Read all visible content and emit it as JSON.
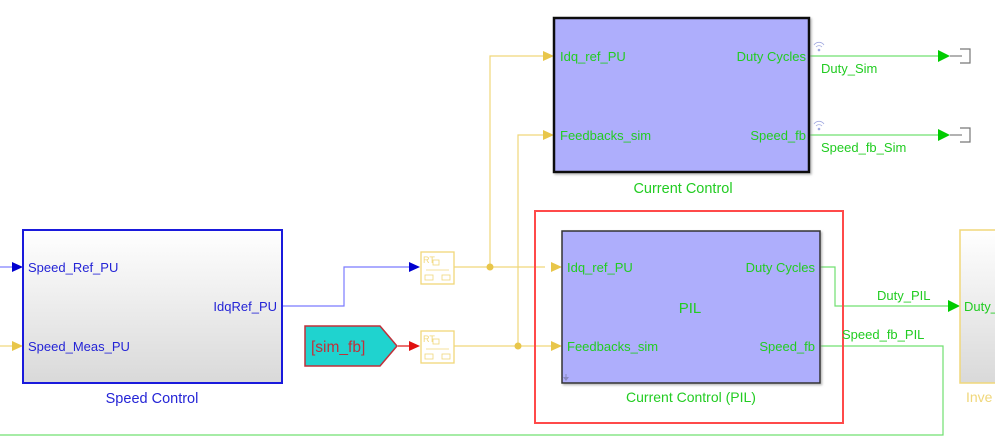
{
  "colors": {
    "signal_yellow": "#f0d77a",
    "arrow_yellow": "#e8c64a",
    "signal_blue": "#7b7bff",
    "arrow_blue": "#0000d0",
    "signal_green": "#70e070",
    "arrow_green": "#00cc00",
    "text_green": "#22cc22",
    "text_blue": "#2424d6",
    "block_purple": "#aeaefc",
    "highlight_red": "#ff4a4a",
    "goto_cyan": "#1fd3cf",
    "goto_text": "#c0303a",
    "signal_red": "#e01010"
  },
  "blocks": {
    "speed_control": {
      "name": "Speed Control",
      "inputs": [
        "Speed_Ref_PU",
        "Speed_Meas_PU"
      ],
      "outputs": [
        "IdqRef_PU"
      ]
    },
    "current_control": {
      "name": "Current Control",
      "inputs": [
        "Idq_ref_PU",
        "Feedbacks_sim"
      ],
      "outputs": [
        "Duty Cycles",
        "Speed_fb"
      ]
    },
    "current_control_pil": {
      "name": "Current Control (PIL)",
      "center_text": "PIL",
      "inputs": [
        "Idq_ref_PU",
        "Feedbacks_sim"
      ],
      "outputs": [
        "Duty Cycles",
        "Speed_fb"
      ]
    },
    "goto_tag": {
      "text": "[sim_fb]"
    },
    "rate_transition": {
      "text": "RT"
    },
    "inverter_partial": {
      "name": "Inve",
      "input": "Duty_"
    }
  },
  "signals": {
    "duty_sim": "Duty_Sim",
    "speed_fb_sim": "Speed_fb_Sim",
    "duty_pil": "Duty_PIL",
    "speed_fb_pil": "Speed_fb_PIL"
  }
}
